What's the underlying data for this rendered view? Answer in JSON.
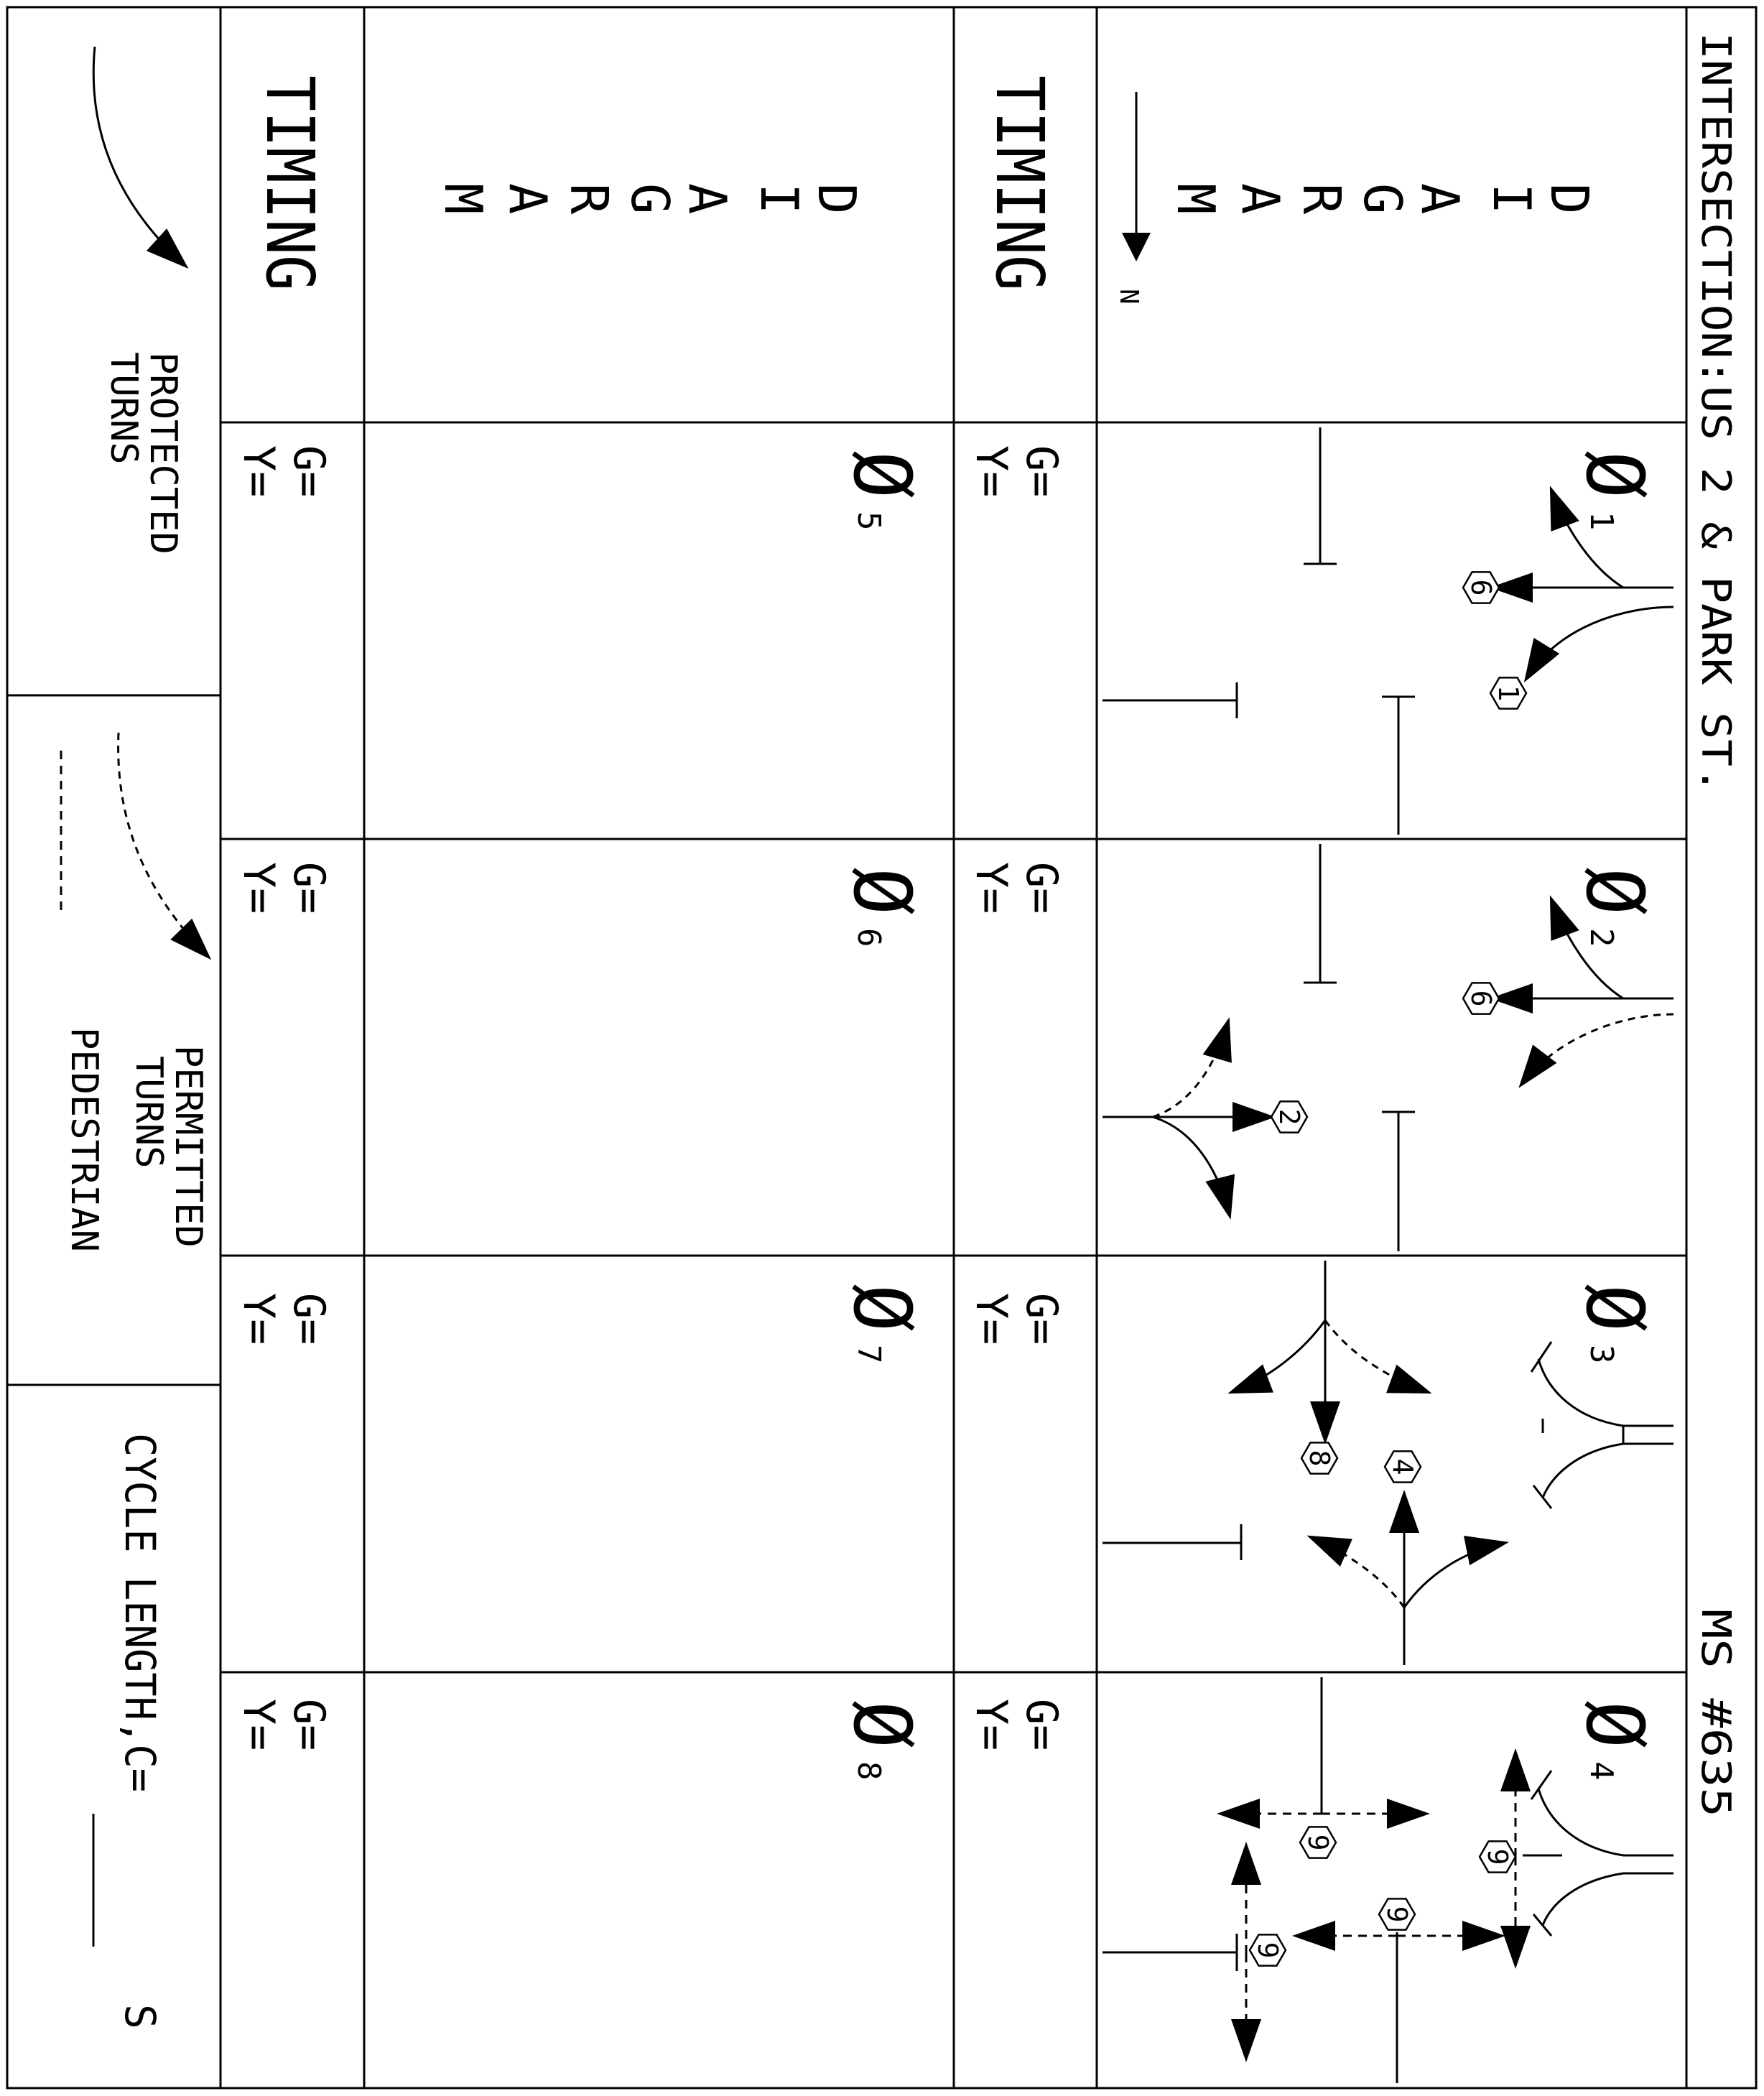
{
  "header": {
    "intersection_label": "INTERSECTION:US 2 & PARK ST.",
    "ms_label": "MS #635"
  },
  "rows": {
    "upper_diagram_label": [
      "D",
      "I",
      "A",
      "G",
      "R",
      "A",
      "M"
    ],
    "lower_diagram_label": [
      "D",
      "I",
      "A",
      "G",
      "R",
      "A",
      "M"
    ],
    "upper_timing_label": "TIMING",
    "lower_timing_label": "TIMING",
    "north_label": "N"
  },
  "phases": [
    {
      "symbol": "Ø",
      "number": "1"
    },
    {
      "symbol": "Ø",
      "number": "2"
    },
    {
      "symbol": "Ø",
      "number": "3"
    },
    {
      "symbol": "Ø",
      "number": "4"
    },
    {
      "symbol": "Ø",
      "number": "5"
    },
    {
      "symbol": "Ø",
      "number": "6"
    },
    {
      "symbol": "Ø",
      "number": "7"
    },
    {
      "symbol": "Ø",
      "number": "8"
    }
  ],
  "timing": {
    "green": "G=",
    "yellow": "Y="
  },
  "signal_heads": {
    "p1": [
      "6",
      "1"
    ],
    "p2": [
      "6",
      "2"
    ],
    "p3": [
      "8",
      "4"
    ],
    "p4": [
      "9",
      "9",
      "9",
      "9"
    ]
  },
  "legend": {
    "protected": [
      "PROTECTED",
      "TURNS"
    ],
    "permitted": [
      "PERMITTED",
      "TURNS"
    ],
    "pedestrian": "PEDESTRIAN",
    "cycle": "CYCLE LENGTH,C=",
    "cycle_unit": "S"
  }
}
